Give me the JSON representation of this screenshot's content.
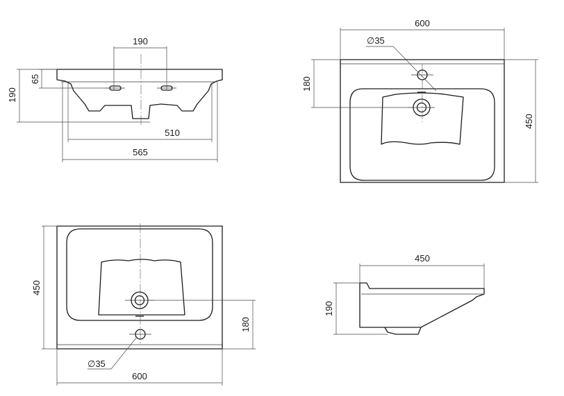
{
  "views": {
    "front": {
      "dim_hole_spacing": "190",
      "dim_rim": "65",
      "dim_height": "190",
      "dim_inner_width": "510",
      "dim_outer_width": "565"
    },
    "top": {
      "dim_width": "600",
      "dim_hole": "∅35",
      "dim_drain_offset": "180",
      "dim_depth": "450"
    },
    "bottom": {
      "dim_depth": "450",
      "dim_drain_offset": "180",
      "dim_hole": "∅35",
      "dim_width": "600"
    },
    "side": {
      "dim_depth": "450",
      "dim_height": "190"
    }
  }
}
